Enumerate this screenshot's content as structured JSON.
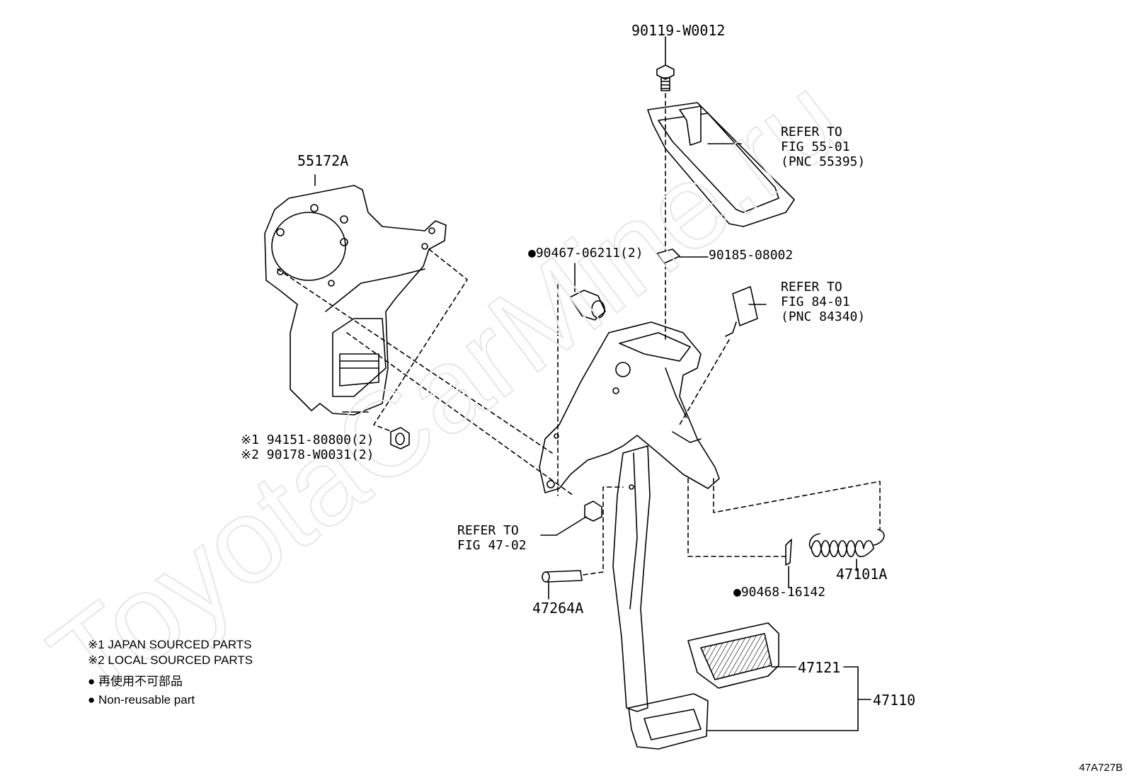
{
  "diagram": {
    "watermark": "ToyotaCarMine.ru",
    "code": "47A727B",
    "labels": {
      "p90119": "90119-W0012",
      "p55172A": "55172A",
      "refer55_1": "REFER TO",
      "refer55_2": "FIG 55-01",
      "refer55_3": "(PNC 55395)",
      "p90467": "90467-06211(2)",
      "p90185": "90185-08002",
      "refer84_1": "REFER TO",
      "refer84_2": "FIG 84-01",
      "refer84_3": "(PNC 84340)",
      "p94151": "※1 94151-80800(2)",
      "p90178": "※2 90178-W0031(2)",
      "refer47_1": "REFER TO",
      "refer47_2": "FIG 47-02",
      "p47264A": "47264A",
      "p47101A": "47101A",
      "p90468": "90468-16142",
      "p47121": "47121",
      "p47110": "47110"
    },
    "legend": {
      "line1": "※1 JAPAN SOURCED PARTS",
      "line2": "※2 LOCAL SOURCED PARTS",
      "line3": "再使用不可部品",
      "line4": "Non-reusable part"
    }
  }
}
